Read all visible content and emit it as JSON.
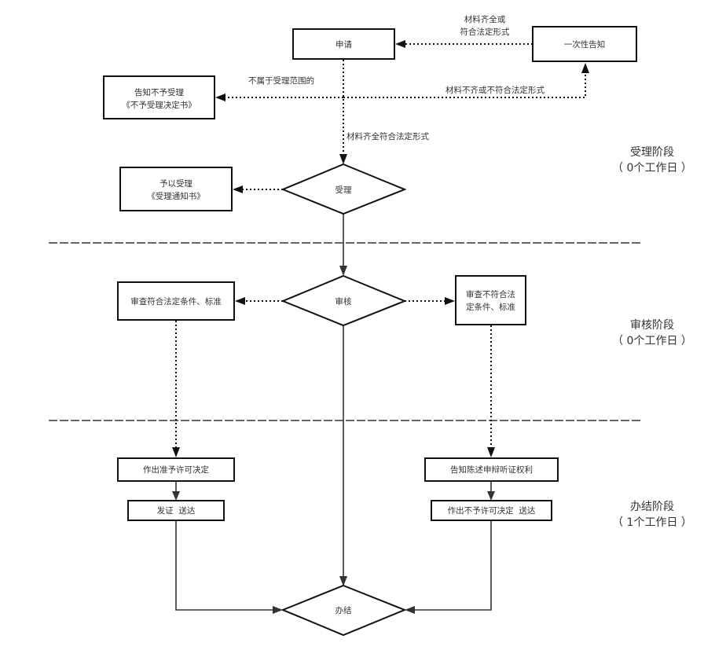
{
  "diagram": {
    "nodes": {
      "apply": {
        "label": "申请"
      },
      "one_time_notice": {
        "label": "一次性告知"
      },
      "notice_reject": {
        "line1": "告知不予受理",
        "line2": "《不予受理决定书》"
      },
      "accept_notice": {
        "line1": "予以受理",
        "line2": "《受理通知书》"
      },
      "accept_decision": {
        "label": "受理"
      },
      "review_decision": {
        "label": "审核"
      },
      "review_pass": {
        "label": "审查符合法定条件、标准"
      },
      "review_fail": {
        "line1": "审查不符合法",
        "line2": "定条件、标准"
      },
      "grant_decision": {
        "label": "作出准予许可决定"
      },
      "issue_deliver": {
        "label": "发证  送达"
      },
      "notify_rights": {
        "label": "告知陈述申辩听证权利"
      },
      "deny_deliver": {
        "label": "作出不予许可决定  送达"
      },
      "complete": {
        "label": "办结"
      }
    },
    "edge_labels": {
      "complete_materials": {
        "line1": "材料齐全或",
        "line2": "符合法定形式"
      },
      "not_in_scope": "不属于受理范围的",
      "incomplete_materials": "材料不齐或不符合法定形式",
      "complete_and_legal": "材料齐全符合法定形式"
    },
    "stages": [
      {
        "name": "受理阶段",
        "duration": "（ 0个工作日 ）"
      },
      {
        "name": "审核阶段",
        "duration": "（ 0个工作日 ）"
      },
      {
        "name": "办结阶段",
        "duration": "（ 1个工作日 ）"
      }
    ]
  }
}
